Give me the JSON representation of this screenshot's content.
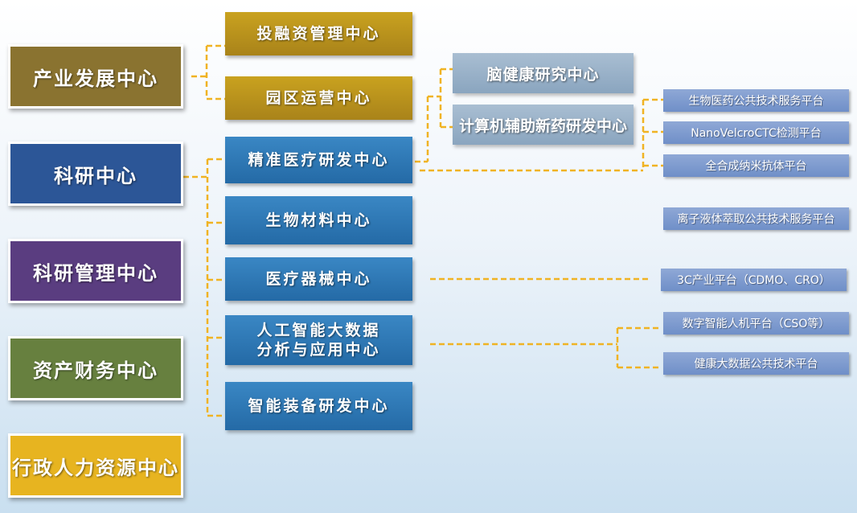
{
  "departments": {
    "industry": "产业发展中心",
    "research": "科研中心",
    "research_mgmt": "科研管理中心",
    "assets_finance": "资产财务中心",
    "admin_hr": "行政人力资源中心"
  },
  "industry_units": {
    "investment": "投融资管理中心",
    "park_ops": "园区运营中心"
  },
  "research_units": {
    "precision_medicine": "精准医疗研发中心",
    "biomaterials": "生物材料中心",
    "medical_devices": "医疗器械中心",
    "ai_big_data": "人工智能大数据分析与应用中心",
    "smart_equipment": "智能装备研发中心"
  },
  "sub_research": {
    "brain_health": "脑健康研究中心",
    "computer_aided_drug": "计算机辅助新药研发中心"
  },
  "platforms": {
    "bio_pharma": "生物医药公共技术服务平台",
    "nanovelcro": "NanoVelcroCTC检测平台",
    "nano_antibody": "全合成纳米抗体平台",
    "ionic_liquid": "离子液体萃取公共技术服务平台",
    "industry_3c": "3C产业平台（CDMO、CRO）",
    "digital_intelligence": "数字智能人机平台（CSO等）",
    "health_big_data": "健康大数据公共技术平台"
  },
  "colors": {
    "gold_dept": "#8a7330",
    "blue_dept": "#2c5697",
    "purple_dept": "#5a3d80",
    "green_dept": "#67803f",
    "yellow_dept": "#e7b420",
    "connector": "#f0b323"
  }
}
